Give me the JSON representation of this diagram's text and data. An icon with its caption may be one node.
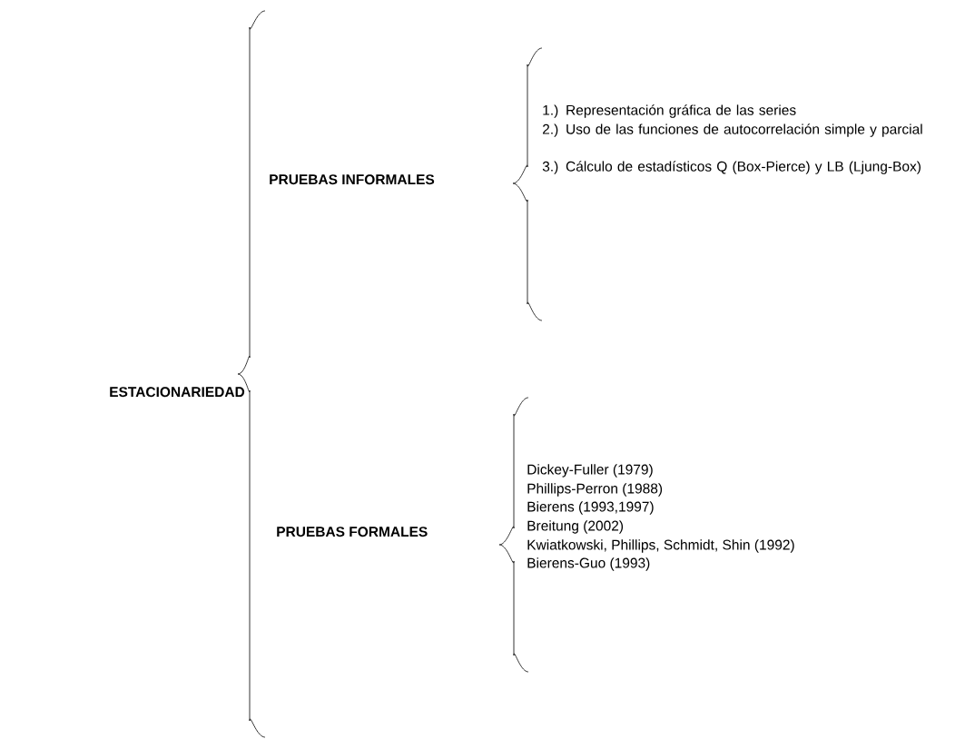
{
  "diagram": {
    "labels": [
      "ESTACIONARIEDAD",
      "PRUEBAS INFORMALES",
      "1.) Representación gráfica de las series",
      "2.) Uso de las funciones de autocorrelación simple y parcial",
      "3.) Cálculo de estadísticos Q (Box-Pierce) y LB (Ljung-Box)",
      "PRUEBAS FORMALES",
      "Dickey-Fuller (1979)",
      "Phillips-Perron (1988)",
      "Bierens (1993,1997)",
      "Breitung (2002)",
      "Kwiatkowski, Phillips, Schmidt, Shin (1992)",
      "Bierens-Guo (1993)"
    ]
  }
}
